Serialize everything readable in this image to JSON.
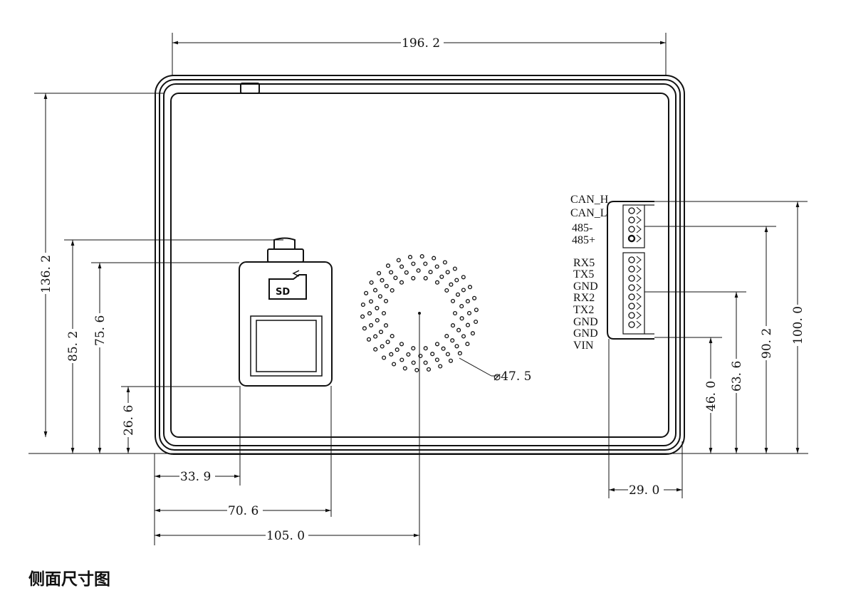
{
  "caption": "侧面尺寸图",
  "dimensions": {
    "overall_width": "196. 2",
    "overall_height": "136. 2",
    "sd_top_from_bottom": "85. 2",
    "sd_body_top_from_bottom": "75. 6",
    "sd_bottom_from_bottom": "26. 6",
    "sd_left_from_left": "33. 9",
    "sd_right_from_left": "70. 6",
    "speaker_center_from_left": "105. 0",
    "speaker_diameter": "⌀47. 5",
    "terminal_top_from_bottom": "100. 0",
    "terminal_upper_from_bottom": "90. 2",
    "terminal_mid_from_bottom": "63. 6",
    "terminal_low_from_bottom": "46. 0",
    "terminal_width": "29. 0"
  },
  "sd_label": "SD",
  "pins": [
    "CAN_H",
    "CAN_L",
    "485-",
    "485+",
    "RX5",
    "TX5",
    "GND",
    "RX2",
    "TX2",
    "GND",
    "GND",
    "VIN"
  ]
}
